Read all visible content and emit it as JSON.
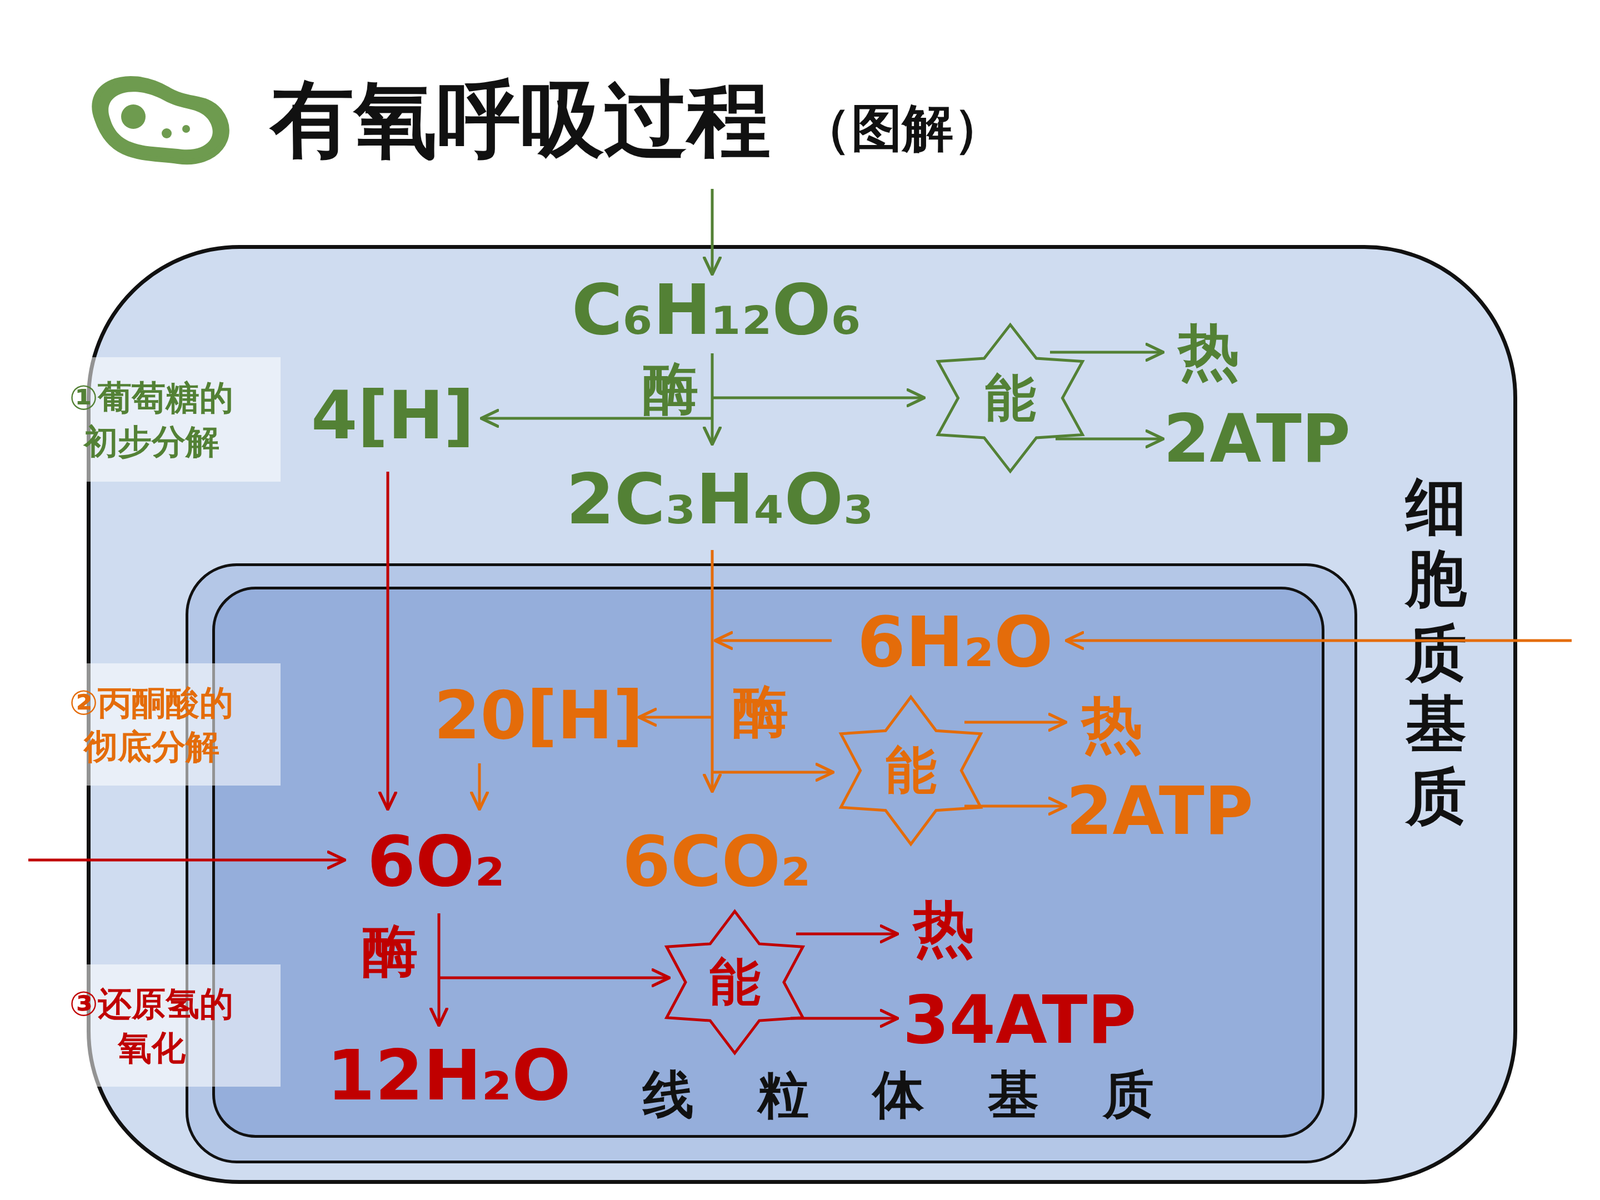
{
  "diagram": {
    "title": "有氧呼吸过程",
    "nodes": [
      {
        "text": [
          "细胞质基质"
        ]
      },
      {
        "text": [
          "①葡萄糖的 初步分解"
        ]
      },
      {
        "text": [
          "能"
        ],
        "in": 0
      },
      {
        "text": [
          "线粒体基质"
        ],
        "in": 0
      },
      {
        "text": [
          "②丙酮酸的 彻底分解"
        ]
      },
      {
        "text": [
          "能"
        ],
        "in": 3
      },
      {
        "text": [
          "③还原氢的 氧化"
        ]
      },
      {
        "text": [
          "能"
        ],
        "in": 3
      }
    ],
    "labels": [
      "（图解）",
      "C₆H₁₂O₆",
      "酶",
      "4[H]",
      "热",
      "2ATP",
      "2C₃H₄O₃",
      "6H₂O",
      "20[H]",
      "酶",
      "热",
      "2ATP",
      "6CO₂",
      "6O₂",
      "酶",
      "热",
      "34ATP",
      "12H₂O"
    ]
  }
}
